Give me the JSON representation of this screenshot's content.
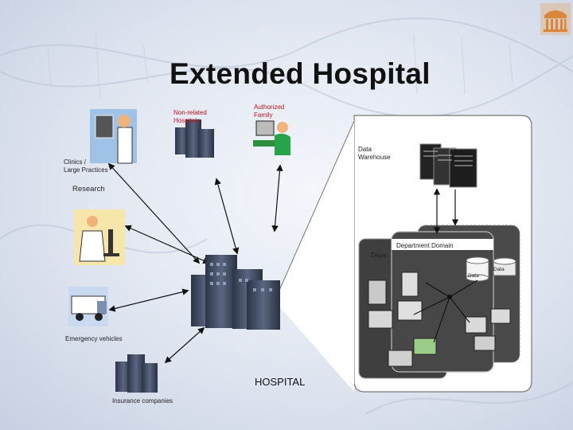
{
  "title": "Extended Hospital",
  "labels": {
    "non_related_hospitals": [
      "Non-related",
      "Hospitals"
    ],
    "authorized_family": [
      "Authorized",
      "Family"
    ],
    "clinics": [
      "Clinics /",
      "Large Practices"
    ],
    "research": "Research",
    "emergency_vehicles": "Emergency vehicles",
    "insurance_companies": "Insurance companies",
    "hospital": "HOSPITAL",
    "data_warehouse": [
      "Data",
      "Warehouse"
    ],
    "department_domain": "Department Domain",
    "department_partial": "Depa",
    "data_front": "Data",
    "data_back": "Data"
  },
  "colors": {
    "accent_red": "#c0151a",
    "panel_dark": "#3a3a3a",
    "department_box": "#4a4a4a"
  },
  "icons": [
    "university-logo-icon",
    "doctor-xray-icon",
    "building-icon",
    "family-computer-icon",
    "server-rack-icon",
    "microscope-researcher-icon",
    "ambulance-icon",
    "hospital-building-icon",
    "database-icon",
    "desktop-computer-icon"
  ]
}
